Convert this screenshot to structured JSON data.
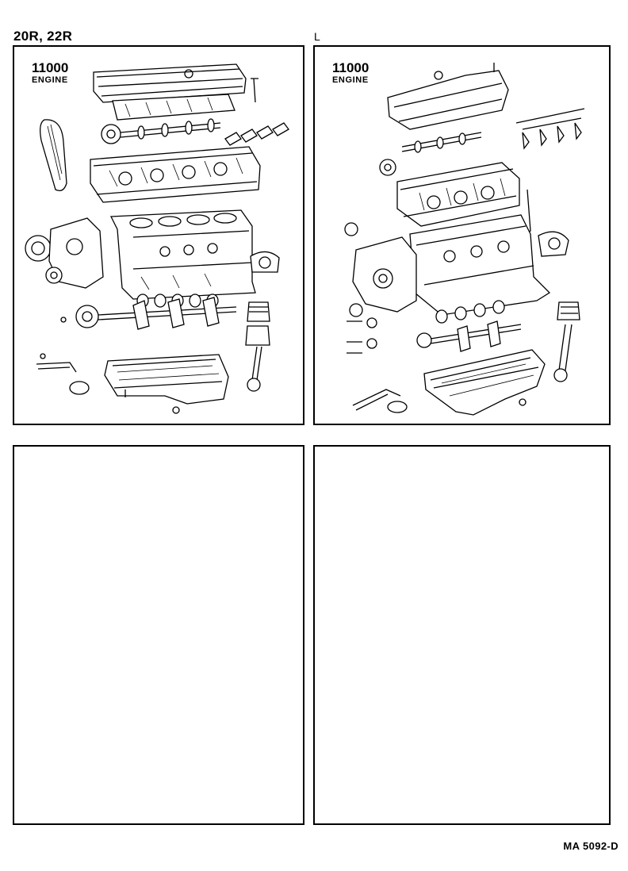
{
  "header": {
    "model": "20R, 22R",
    "corner_mark": "L"
  },
  "panels": [
    {
      "code": "11000",
      "name": "ENGINE"
    },
    {
      "code": "11000",
      "name": "ENGINE"
    }
  ],
  "footer": {
    "ref": "MA  5092-D"
  }
}
